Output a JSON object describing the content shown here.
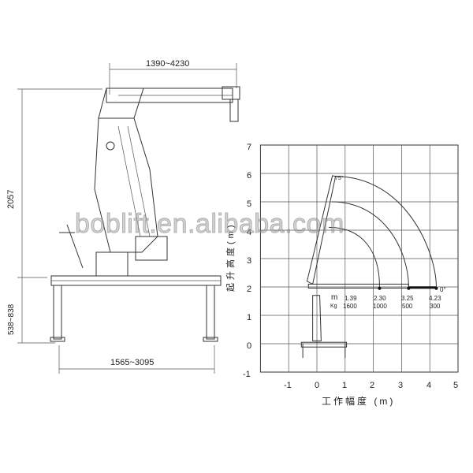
{
  "drawing": {
    "dimensions": {
      "boom_reach": "1390~4230",
      "height": "2057",
      "leg_height": "538~838",
      "outrigger_span": "1565~3095"
    }
  },
  "load_chart": {
    "angle_top": "75°",
    "angle_bottom": "0°",
    "unit_distance": "m",
    "unit_load": "Kg",
    "x_axis_label": "工作幅度 (m)",
    "y_axis_label": "起升高度(m)",
    "x_ticks": [
      "-1",
      "0",
      "1",
      "2",
      "3",
      "4",
      "5"
    ],
    "y_ticks": [
      "7",
      "6",
      "5",
      "4",
      "3",
      "2",
      "1",
      "0",
      "-1"
    ],
    "load_points": [
      {
        "radius": "1.39",
        "load": "1600"
      },
      {
        "radius": "2.30",
        "load": "1000"
      },
      {
        "radius": "3.25",
        "load": "500"
      },
      {
        "radius": "4.23",
        "load": "300"
      }
    ]
  },
  "watermark": "boblift.en.alibaba.com"
}
